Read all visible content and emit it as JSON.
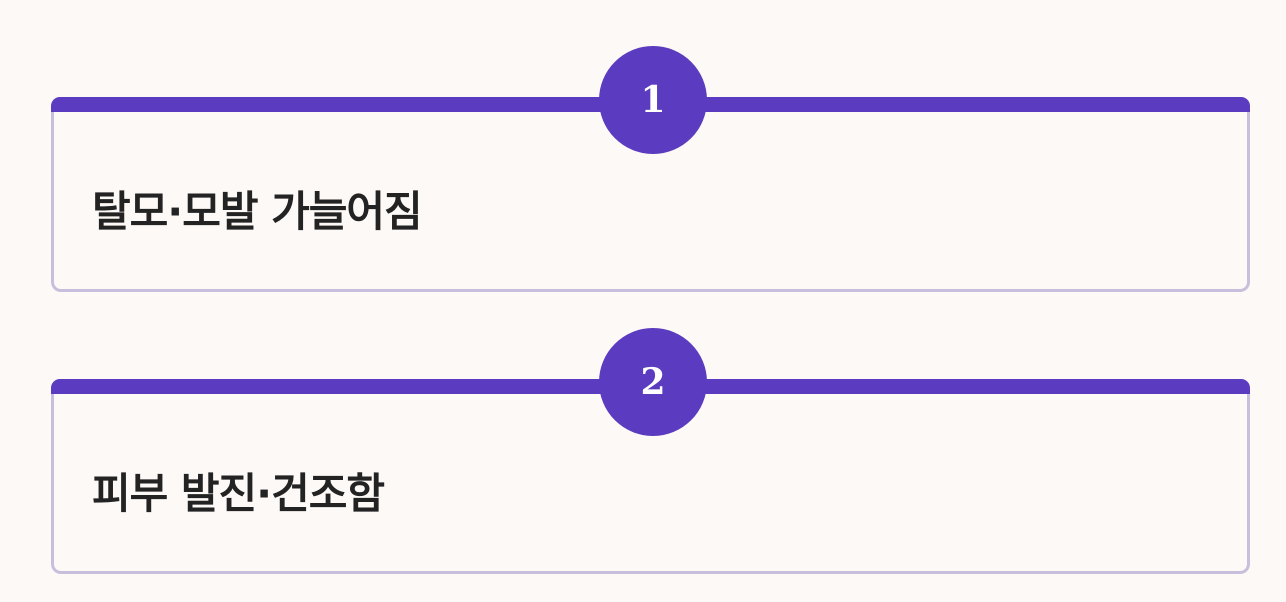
{
  "items": [
    {
      "number": "1",
      "title": "탈모·모발 가늘어짐"
    },
    {
      "number": "2",
      "title": "피부 발진·건조함"
    }
  ],
  "colors": {
    "accent": "#5b3bbf",
    "border": "#c7bfdc",
    "background": "#fdf9f6",
    "text": "#232323"
  }
}
